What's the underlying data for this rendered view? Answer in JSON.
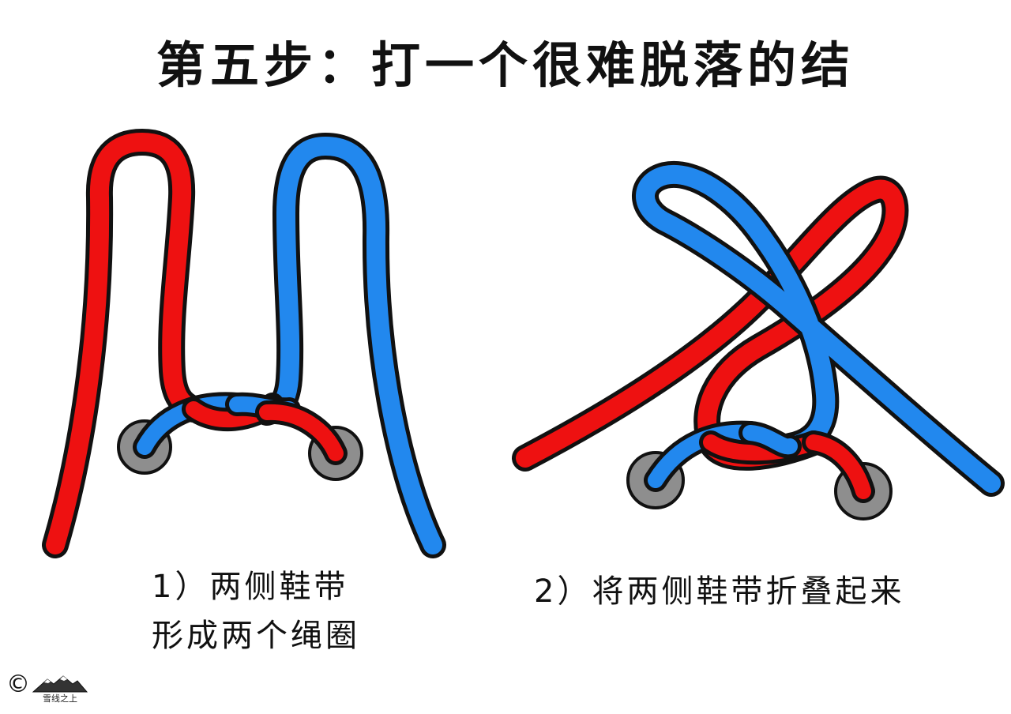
{
  "title": "第五步：打一个很难脱落的结",
  "steps": [
    {
      "caption_lines": [
        "1）两侧鞋带",
        "形成两个绳圈"
      ]
    },
    {
      "caption_lines": [
        "2）将两侧鞋带折叠起来"
      ]
    }
  ],
  "footer": {
    "copyright_symbol": "©",
    "logo_text": "雪线之上"
  },
  "colors": {
    "red_lace": "#ee1111",
    "blue_lace": "#2288ee",
    "outline": "#111111",
    "eyelet": "#8e8e8e",
    "eyelet_hole": "#ffffff"
  }
}
